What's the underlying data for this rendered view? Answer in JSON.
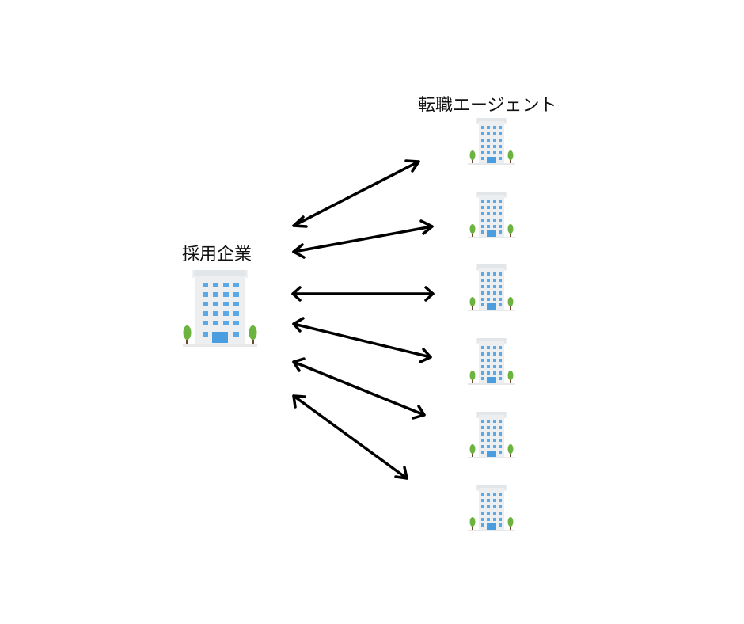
{
  "company": {
    "label": "採用企業"
  },
  "agents": {
    "label": "転職エージェント",
    "count": 6
  }
}
